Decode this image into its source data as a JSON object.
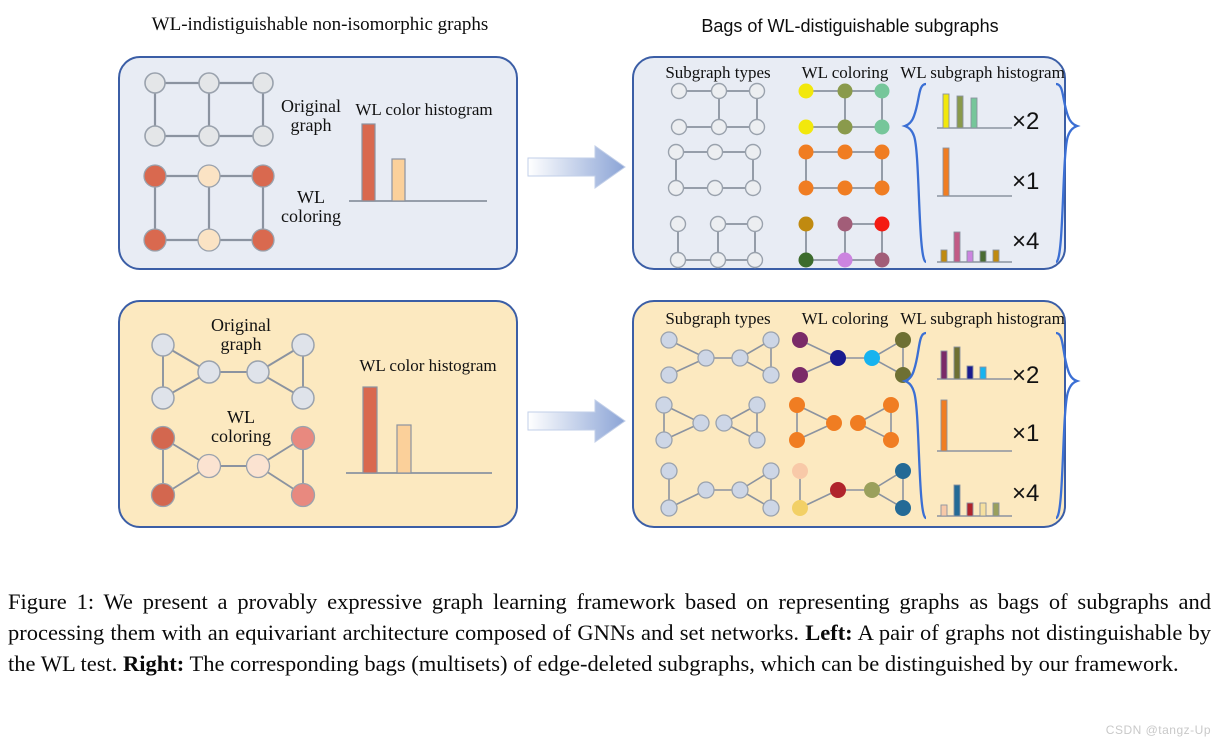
{
  "figure": {
    "headings": {
      "left": "WL-indistiguishable non-isomorphic graphs",
      "right": "Bags of WL-distiguishable subgraphs"
    },
    "caption_parts": {
      "p1": "Figure 1: We present a provably expressive graph learning framework based on representing graphs as bags of subgraphs and processing them with an equivariant architecture composed of GNNs and set networks. ",
      "b1": "Left:",
      "p2": " A pair of graphs not distinguishable by the WL test. ",
      "b2": "Right:",
      "p3": " The corresponding bags (multisets) of edge-deleted subgraphs, which can be distinguished by our framework."
    },
    "watermark": "CSDN @tangz-Up"
  },
  "colors": {
    "panel_border": "#3b5ea6",
    "panel_blue_fill": "#e8ecf4",
    "panel_cream_fill": "#fce9c0",
    "node_grey": "#d9dde4",
    "node_outline": "#9aa2ad",
    "edge": "#8b93a0",
    "arrow_start": "#ffffff",
    "arrow_end": "#8ba4d6",
    "brace": "#3b6fd4",
    "hist_axis": "#8b93a0",
    "red": "#d9694f",
    "peach": "#fbd7a6",
    "rose": "#e0897f"
  },
  "panels": {
    "top_left": {
      "labels": {
        "original": "Original\ngraph",
        "wl": "WL\ncoloring",
        "hist": "WL color histogram"
      },
      "original_graph": {
        "type": "grid-2x3",
        "nodes": [
          "grey",
          "grey",
          "grey",
          "grey",
          "grey",
          "grey"
        ],
        "edges": [
          [
            0,
            1
          ],
          [
            1,
            2
          ],
          [
            3,
            4
          ],
          [
            4,
            5
          ],
          [
            0,
            3
          ],
          [
            1,
            4
          ],
          [
            2,
            5
          ]
        ]
      },
      "wl_graph": {
        "type": "grid-2x3",
        "nodes": [
          "#d9694f",
          "#fbe3c4",
          "#d9694f",
          "#d9694f",
          "#fbe3c4",
          "#d9694f"
        ],
        "edges": [
          [
            0,
            1
          ],
          [
            1,
            2
          ],
          [
            3,
            4
          ],
          [
            4,
            5
          ],
          [
            0,
            3
          ],
          [
            1,
            4
          ],
          [
            2,
            5
          ]
        ]
      },
      "histogram": {
        "type": "bar",
        "values": [
          1.0,
          0.55
        ],
        "colors": [
          "#d9694f",
          "#fbd09a"
        ]
      }
    },
    "bottom_left": {
      "labels": {
        "original": "Original\ngraph",
        "wl": "WL\ncoloring",
        "hist": "WL color histogram"
      },
      "original_graph": {
        "type": "bowtie",
        "nodes": [
          "grey",
          "grey",
          "grey",
          "grey",
          "grey",
          "grey"
        ],
        "edges": [
          [
            0,
            1
          ],
          [
            0,
            2
          ],
          [
            1,
            2
          ],
          [
            2,
            3
          ],
          [
            3,
            4
          ],
          [
            3,
            5
          ],
          [
            4,
            5
          ]
        ]
      },
      "wl_graph": {
        "type": "bowtie",
        "nodes": [
          "#d3674f",
          "#d3674f",
          "#fbe3d1",
          "#fbe3d1",
          "#e8897f",
          "#e8897f"
        ],
        "edges": [
          [
            0,
            1
          ],
          [
            0,
            2
          ],
          [
            1,
            2
          ],
          [
            2,
            3
          ],
          [
            3,
            4
          ],
          [
            3,
            5
          ],
          [
            4,
            5
          ]
        ]
      },
      "histogram": {
        "type": "bar",
        "values": [
          1.0,
          0.56
        ],
        "colors": [
          "#d9694f",
          "#fbd09a"
        ]
      }
    },
    "top_right": {
      "labels": {
        "types": "Subgraph types",
        "coloring": "WL coloring",
        "hist": "WL subgraph histogram"
      },
      "rows": [
        {
          "multiplicity": "×2",
          "structure": "grid-2x3 minus left vertical edge",
          "edges": [
            [
              0,
              1
            ],
            [
              1,
              2
            ],
            [
              3,
              4
            ],
            [
              4,
              5
            ],
            [
              1,
              4
            ],
            [
              2,
              5
            ]
          ],
          "node_colors": [
            "#f2e80c",
            "#8a9a4c",
            "#76c69a",
            "#f2e80c",
            "#8a9a4c",
            "#76c69a"
          ],
          "histogram": {
            "type": "bar",
            "values": [
              0.95,
              0.88,
              0.82,
              0,
              0,
              0
            ],
            "colors": [
              "#f2e80c",
              "#8a9a4c",
              "#76c69a",
              "",
              "",
              ""
            ]
          }
        },
        {
          "multiplicity": "×1",
          "structure": "grid-2x3 minus middle vertical edge",
          "edges": [
            [
              0,
              1
            ],
            [
              1,
              2
            ],
            [
              3,
              4
            ],
            [
              4,
              5
            ],
            [
              0,
              3
            ],
            [
              2,
              5
            ]
          ],
          "node_colors": [
            "#f07d22",
            "#f07d22",
            "#f07d22",
            "#f07d22",
            "#f07d22",
            "#f07d22"
          ],
          "histogram": {
            "type": "bar",
            "values": [
              1.0,
              0,
              0,
              0,
              0,
              0
            ],
            "colors": [
              "#f07d22",
              "",
              "",
              "",
              "",
              ""
            ]
          }
        },
        {
          "multiplicity": "×4",
          "structure": "grid-2x3 minus top-left horizontal edge",
          "edges": [
            [
              1,
              2
            ],
            [
              3,
              4
            ],
            [
              4,
              5
            ],
            [
              0,
              3
            ],
            [
              1,
              4
            ],
            [
              2,
              5
            ]
          ],
          "node_colors": [
            "#c08a10",
            "#a25d78",
            "#f41b12",
            "#3c6b2c",
            "#cc84e0",
            "#a25d78"
          ],
          "histogram": {
            "type": "bar",
            "values": [
              0.36,
              0.92,
              0.33,
              0.34,
              0.38,
              0
            ],
            "colors": [
              "#c08a10",
              "#c25b86",
              "#cc84e0",
              "#4a6b33",
              "#c08a10",
              ""
            ]
          }
        }
      ]
    },
    "bottom_right": {
      "labels": {
        "types": "Subgraph types",
        "coloring": "WL coloring",
        "hist": "WL subgraph histogram"
      },
      "rows": [
        {
          "multiplicity": "×2",
          "structure": "bowtie minus left-triangle vertical edge",
          "edges": [
            [
              0,
              2
            ],
            [
              1,
              2
            ],
            [
              2,
              3
            ],
            [
              3,
              4
            ],
            [
              3,
              5
            ],
            [
              4,
              5
            ]
          ],
          "node_colors": [
            "#7a2a68",
            "#7a2a68",
            "#191b8f",
            "#17b3ef",
            "#6e7033",
            "#6e7033"
          ],
          "histogram": {
            "type": "bar",
            "values": [
              0.82,
              0.95,
              0.4,
              0.36,
              0,
              0
            ],
            "colors": [
              "#7a2a68",
              "#6e7033",
              "#191b8f",
              "#17b3ef",
              "",
              ""
            ]
          }
        },
        {
          "multiplicity": "×1",
          "structure": "bowtie minus bridge edge (two separate triangles)",
          "edges": [
            [
              0,
              1
            ],
            [
              0,
              2
            ],
            [
              1,
              2
            ],
            [
              3,
              4
            ],
            [
              3,
              5
            ],
            [
              4,
              5
            ]
          ],
          "node_colors": [
            "#f07d22",
            "#f07d22",
            "#f07d22",
            "#f07d22",
            "#f07d22",
            "#f07d22"
          ],
          "histogram": {
            "type": "bar",
            "values": [
              1.0,
              0,
              0,
              0,
              0,
              0
            ],
            "colors": [
              "#f07d22",
              "",
              "",
              "",
              "",
              ""
            ]
          }
        },
        {
          "multiplicity": "×4",
          "structure": "bowtie minus left-triangle upper diagonal edge",
          "edges": [
            [
              0,
              1
            ],
            [
              1,
              2
            ],
            [
              2,
              3
            ],
            [
              3,
              4
            ],
            [
              3,
              5
            ],
            [
              4,
              5
            ]
          ],
          "node_colors": [
            "#f8c9a8",
            "#f2d066",
            "#b0242c",
            "#9aa05c",
            "#246a96",
            "#246a96"
          ],
          "histogram": {
            "type": "bar",
            "values": [
              0.33,
              0.92,
              0.4,
              0.38,
              0.4,
              0
            ],
            "colors": [
              "#f8c9a8",
              "#246a96",
              "#b0242c",
              "#f6e0a0",
              "#9aa05c",
              ""
            ]
          }
        }
      ]
    }
  }
}
